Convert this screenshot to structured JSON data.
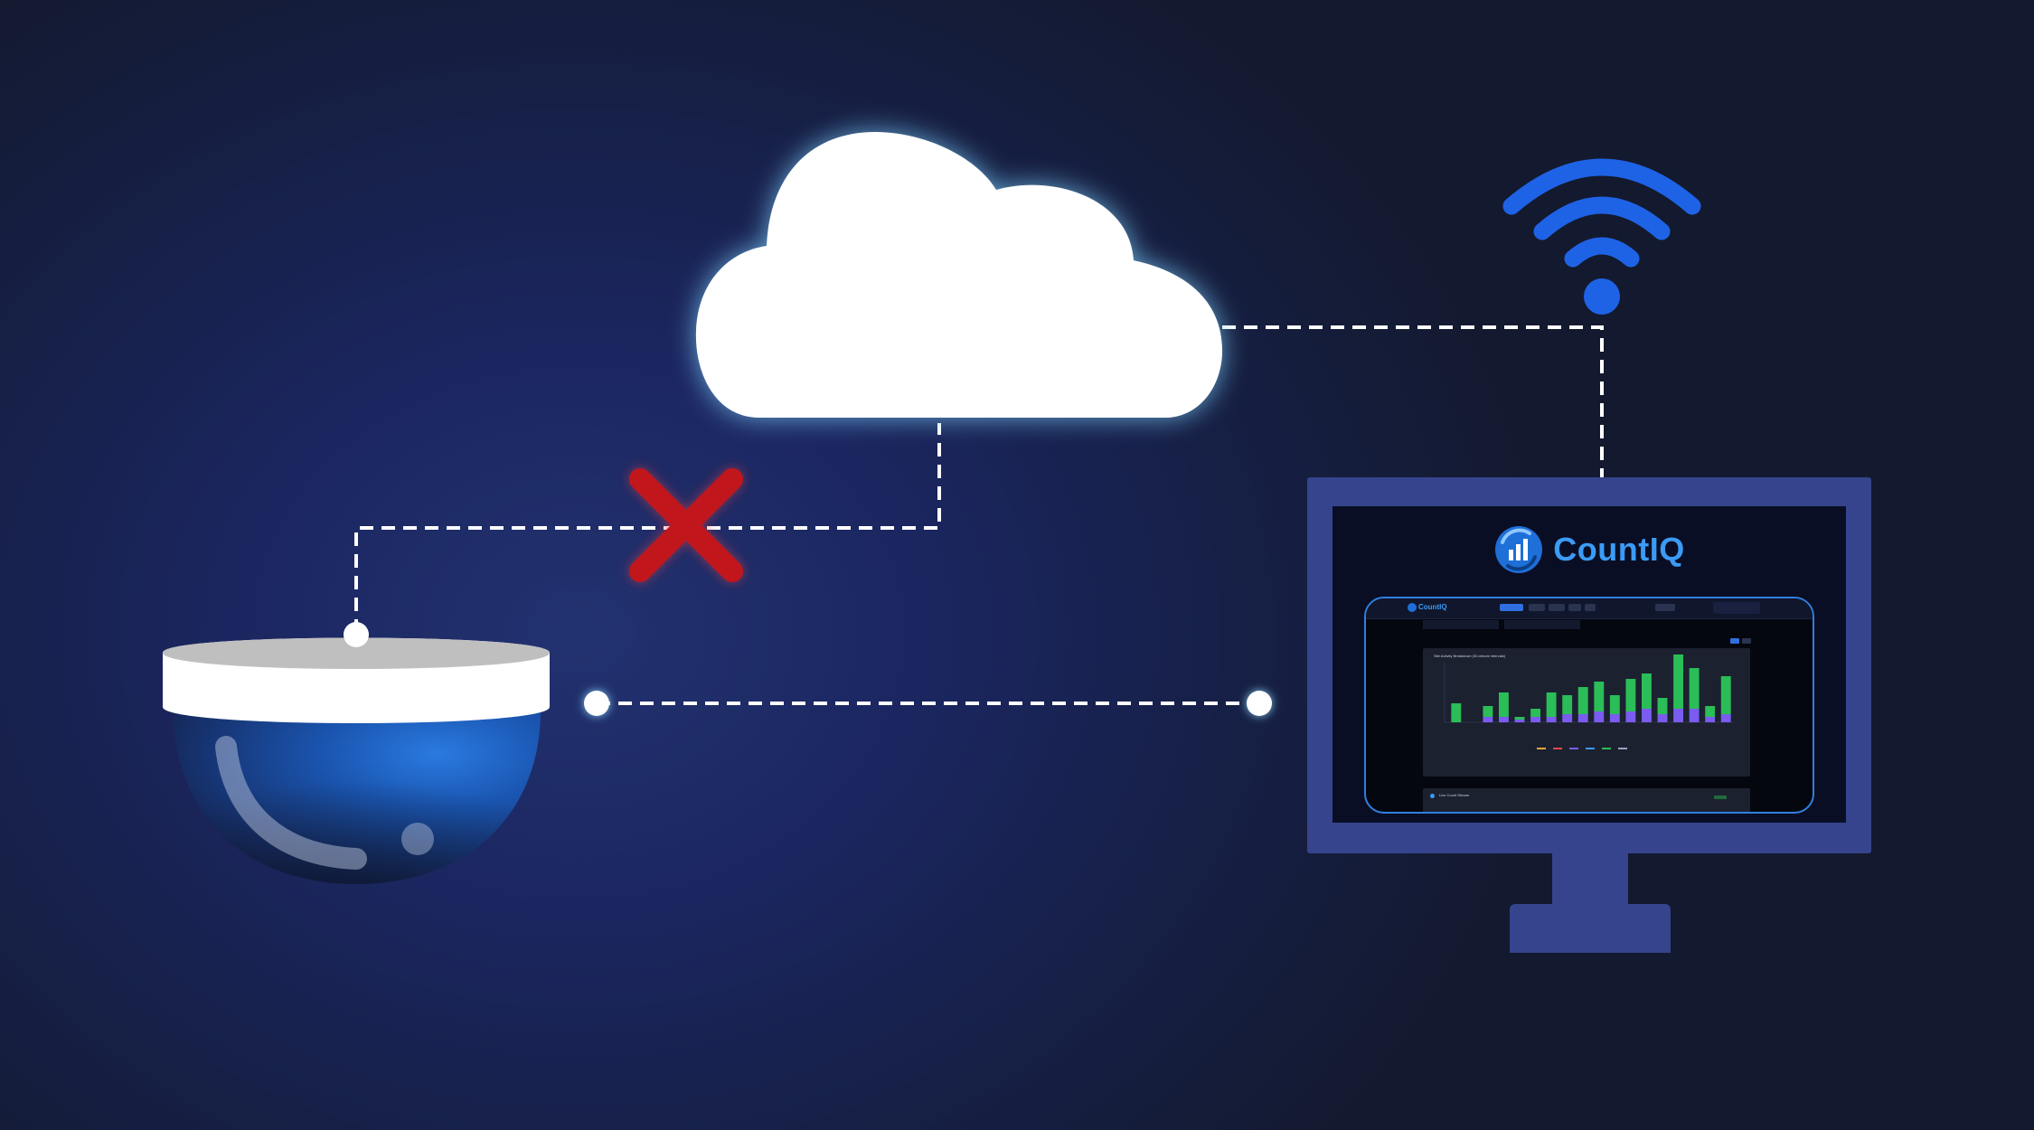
{
  "brand": {
    "name": "CountIQ",
    "color": "#3b9bf5"
  },
  "colors": {
    "background": "#1b2660",
    "connector": "#ffffff",
    "blocked_mark": "#c0161c",
    "wifi": "#1e63e6",
    "monitor_frame": "#35448c",
    "chart_series_a": "#2bbd57",
    "chart_series_b": "#7a5cf0"
  },
  "diagram": {
    "nodes": [
      {
        "id": "camera",
        "kind": "dome-camera-icon"
      },
      {
        "id": "cloud",
        "kind": "cloud-icon"
      },
      {
        "id": "wifi",
        "kind": "wifi-icon"
      },
      {
        "id": "monitor",
        "kind": "monitor-icon"
      }
    ],
    "links": [
      {
        "from": "camera",
        "to": "cloud",
        "style": "dashed",
        "state": "blocked"
      },
      {
        "from": "cloud",
        "to": "monitor",
        "via": "wifi",
        "style": "dashed",
        "state": "connected"
      },
      {
        "from": "camera",
        "to": "monitor",
        "style": "dashed",
        "state": "connected"
      }
    ]
  },
  "mini_dashboard": {
    "brand": "CountIQ",
    "panel_title": "Site Activity Breakdown (30-minute intervals)",
    "panel2_title": "Live Count Stream",
    "bars_a": [
      0.35,
      0,
      0.2,
      0.45,
      0.05,
      0.15,
      0.45,
      0.35,
      0.5,
      0.55,
      0.35,
      0.6,
      0.65,
      0.3,
      1.0,
      0.75,
      0.2,
      0.7
    ],
    "bars_b": [
      0,
      0,
      0.1,
      0.1,
      0.05,
      0.1,
      0.1,
      0.15,
      0.15,
      0.2,
      0.15,
      0.2,
      0.25,
      0.15,
      0.25,
      0.25,
      0.1,
      0.15
    ]
  }
}
